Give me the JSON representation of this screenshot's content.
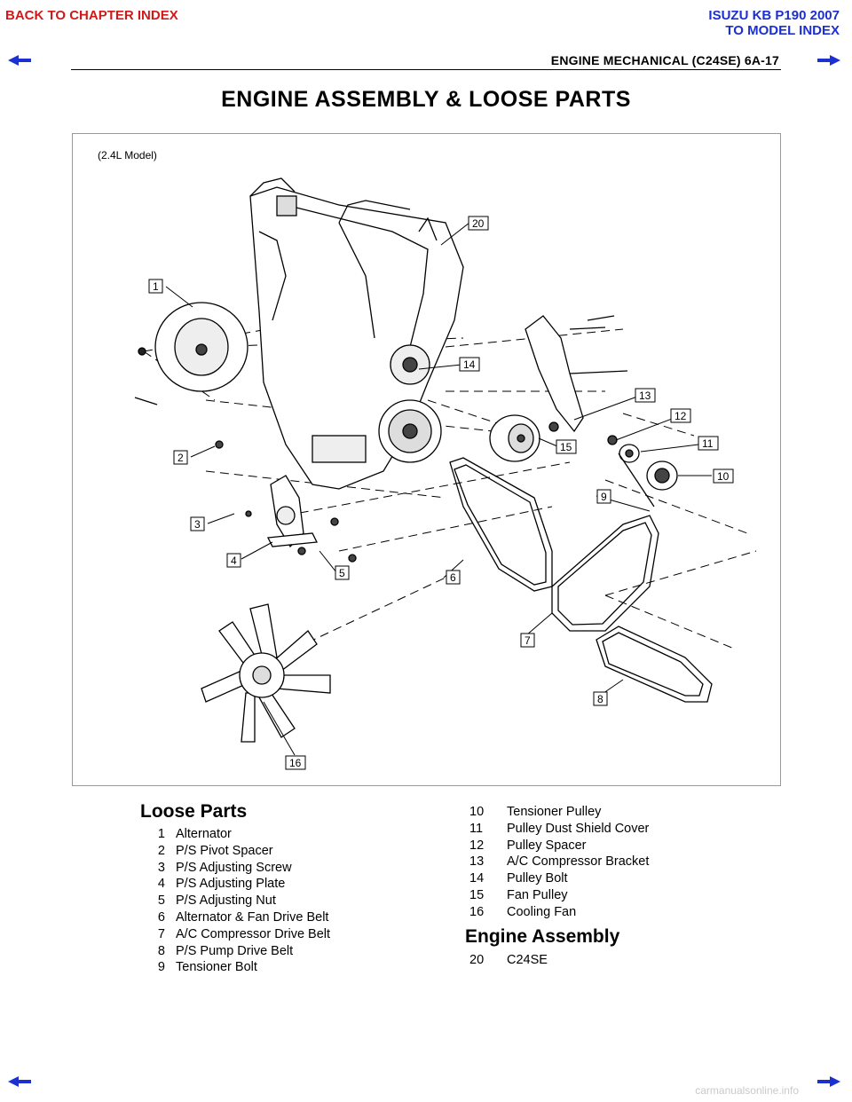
{
  "header": {
    "back_link": "BACK TO CHAPTER INDEX",
    "model_line1": "ISUZU KB P190 2007",
    "model_line2": "TO MODEL INDEX",
    "section_title": "ENGINE MECHANICAL (C24SE) 6A-17"
  },
  "page_title": "ENGINE ASSEMBLY & LOOSE PARTS",
  "figure": {
    "model_label": "(2.4L Model)",
    "callouts": [
      "1",
      "2",
      "3",
      "4",
      "5",
      "6",
      "7",
      "8",
      "9",
      "10",
      "11",
      "12",
      "13",
      "14",
      "15",
      "16",
      "20"
    ]
  },
  "loose_parts": {
    "heading": "Loose Parts",
    "items_left": [
      {
        "num": "1",
        "name": "Alternator"
      },
      {
        "num": "2",
        "name": "P/S Pivot Spacer"
      },
      {
        "num": "3",
        "name": "P/S Adjusting Screw"
      },
      {
        "num": "4",
        "name": "P/S Adjusting Plate"
      },
      {
        "num": "5",
        "name": "P/S Adjusting Nut"
      },
      {
        "num": "6",
        "name": "Alternator & Fan Drive Belt"
      },
      {
        "num": "7",
        "name": "A/C Compressor Drive Belt"
      },
      {
        "num": "8",
        "name": "P/S Pump Drive Belt"
      },
      {
        "num": "9",
        "name": "Tensioner Bolt"
      }
    ],
    "items_right": [
      {
        "num": "10",
        "name": "Tensioner Pulley"
      },
      {
        "num": "11",
        "name": "Pulley Dust Shield Cover"
      },
      {
        "num": "12",
        "name": "Pulley Spacer"
      },
      {
        "num": "13",
        "name": "A/C Compressor Bracket"
      },
      {
        "num": "14",
        "name": "Pulley Bolt"
      },
      {
        "num": "15",
        "name": "Fan Pulley"
      },
      {
        "num": "16",
        "name": "Cooling Fan"
      }
    ]
  },
  "engine_assembly": {
    "heading": "Engine Assembly",
    "items": [
      {
        "num": "20",
        "name": "C24SE"
      }
    ]
  },
  "footer": {
    "watermark": "carmanualsonline.info"
  },
  "icons": {
    "nav_prev": "left-arrow-icon",
    "nav_next": "right-arrow-icon",
    "arrow_color": "#1c2fd0"
  }
}
